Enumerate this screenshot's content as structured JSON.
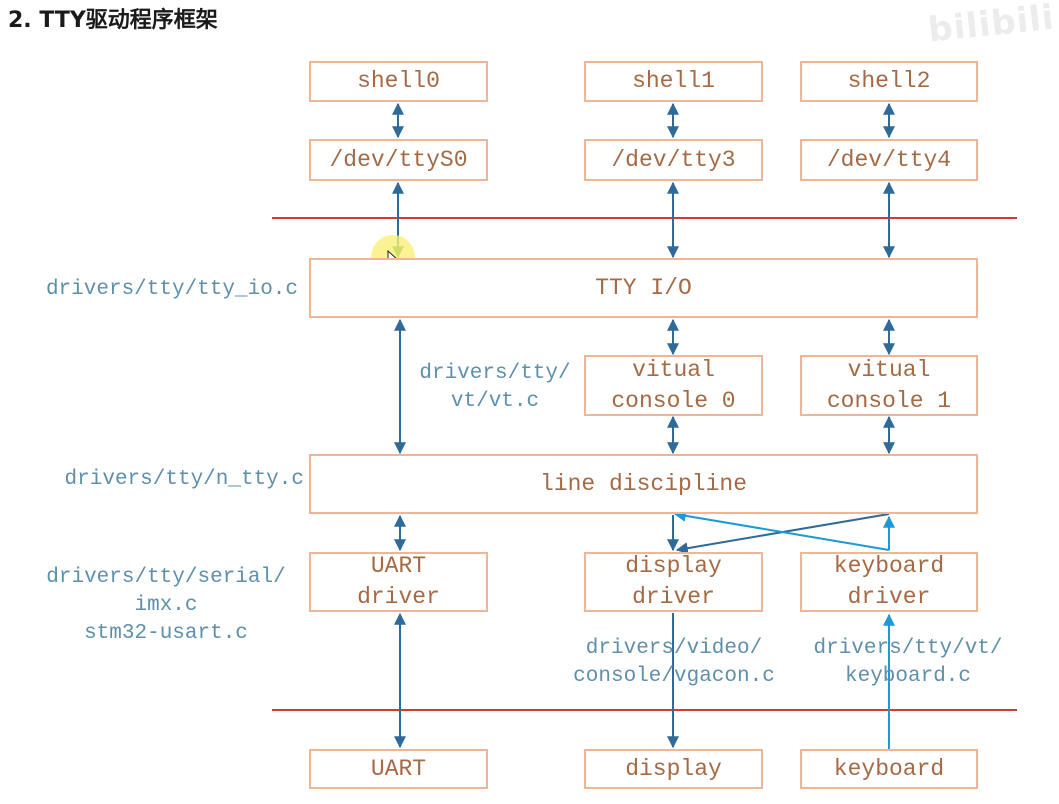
{
  "title": "2. TTY驱动程序框架",
  "watermark": "bilibili",
  "boxes": {
    "shell0": "shell0",
    "shell1": "shell1",
    "shell2": "shell2",
    "ttyS0": "/dev/ttyS0",
    "tty3": "/dev/tty3",
    "tty4": "/dev/tty4",
    "tty_io": "TTY I/O",
    "vc0": "vitual\nconsole 0",
    "vc1": "vitual\nconsole 1",
    "ldisc": "line discipline",
    "uart_driver": "UART\ndriver",
    "display_driver": "display\ndriver",
    "keyboard_driver": "keyboard\ndriver",
    "uart": "UART",
    "display": "display",
    "keyboard": "keyboard"
  },
  "labels": {
    "tty_io_src": "drivers/tty/tty_io.c",
    "vt_src": "drivers/tty/\nvt/vt.c",
    "n_tty_src": "drivers/tty/n_tty.c",
    "serial_src": "drivers/tty/serial/\nimx.c\nstm32-usart.c",
    "vgacon_src": "drivers/video/\nconsole/vgacon.c",
    "keyboard_src": "drivers/tty/vt/\nkeyboard.c"
  },
  "colors": {
    "box_border": "#efb597",
    "box_text": "#a46a45",
    "label_text": "#5e8fab",
    "arrow_dark": "#2f6a98",
    "arrow_light": "#1a9ad6",
    "divider": "#d23a32"
  }
}
